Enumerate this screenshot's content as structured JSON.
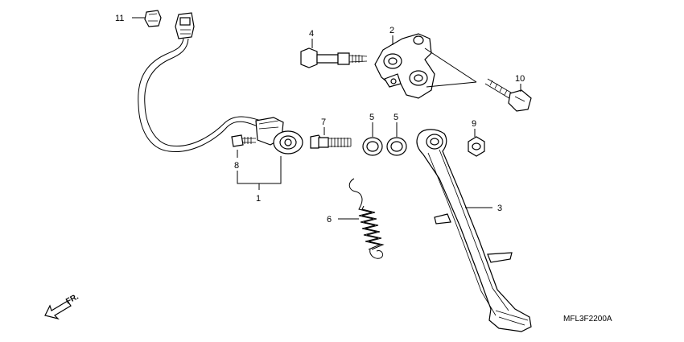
{
  "diagram": {
    "code": "MFL3F2200A",
    "fr_label": "FR.",
    "callouts": {
      "c1": "1",
      "c2": "2",
      "c3": "3",
      "c4": "4",
      "c5a": "5",
      "c5b": "5",
      "c6": "6",
      "c7": "7",
      "c8": "8",
      "c9": "9",
      "c10": "10",
      "c11": "11"
    }
  }
}
